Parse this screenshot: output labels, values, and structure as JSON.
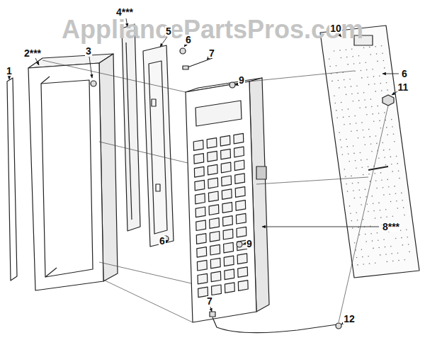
{
  "diagram": {
    "labels": [
      "AppliancePartsPros.com",
      "1",
      "2***",
      "3",
      "4***",
      "5",
      "6",
      "7",
      "9",
      "10",
      "6",
      "11",
      "8***",
      "9",
      "6",
      "7",
      "12"
    ]
  }
}
